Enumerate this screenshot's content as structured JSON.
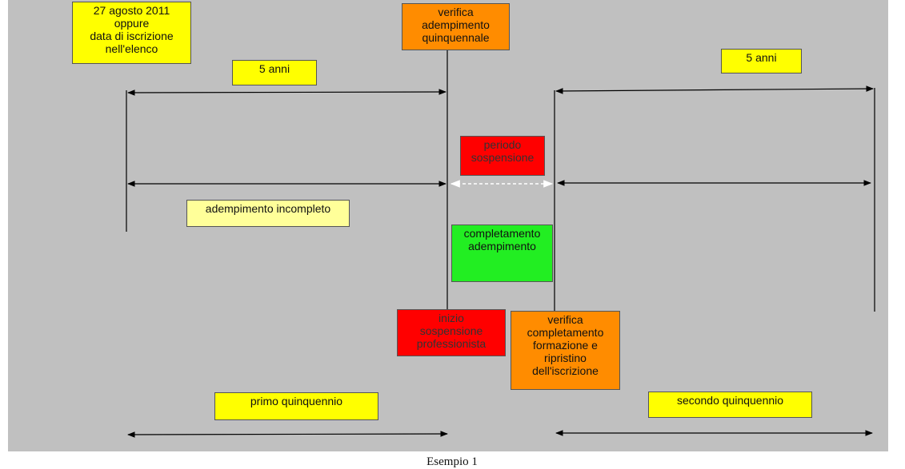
{
  "labels": {
    "start_date": "27 agosto 2011\noppure\ndata di iscrizione\nnell'elenco",
    "verifica_quinquennale": "verifica\nadempimento\nquinquennale",
    "cinque_anni_1": "5 anni",
    "cinque_anni_2": "5 anni",
    "periodo_sospensione": "periodo\nsospensione",
    "adempimento_incompleto": "adempimento incompleto",
    "completamento_adempimento": "completamento\nadempimento",
    "inizio_sospensione": "inizio\nsospensione\nprofessionista",
    "verifica_completamento": "verifica\ncompletamento\nformazione e\nripristino\ndell'iscrizione",
    "primo_quinquennio": "primo quinquennio",
    "secondo_quinquennio": "secondo quinquennio"
  },
  "caption": "Esempio 1",
  "colors": {
    "background": "#c0c0c0",
    "yellow": "#ffff00",
    "light_yellow": "#ffff99",
    "orange": "#ff8c00",
    "red": "#ff0000",
    "green": "#22ee22",
    "line": "#000000",
    "dotted_arrow": "#ffffff"
  }
}
